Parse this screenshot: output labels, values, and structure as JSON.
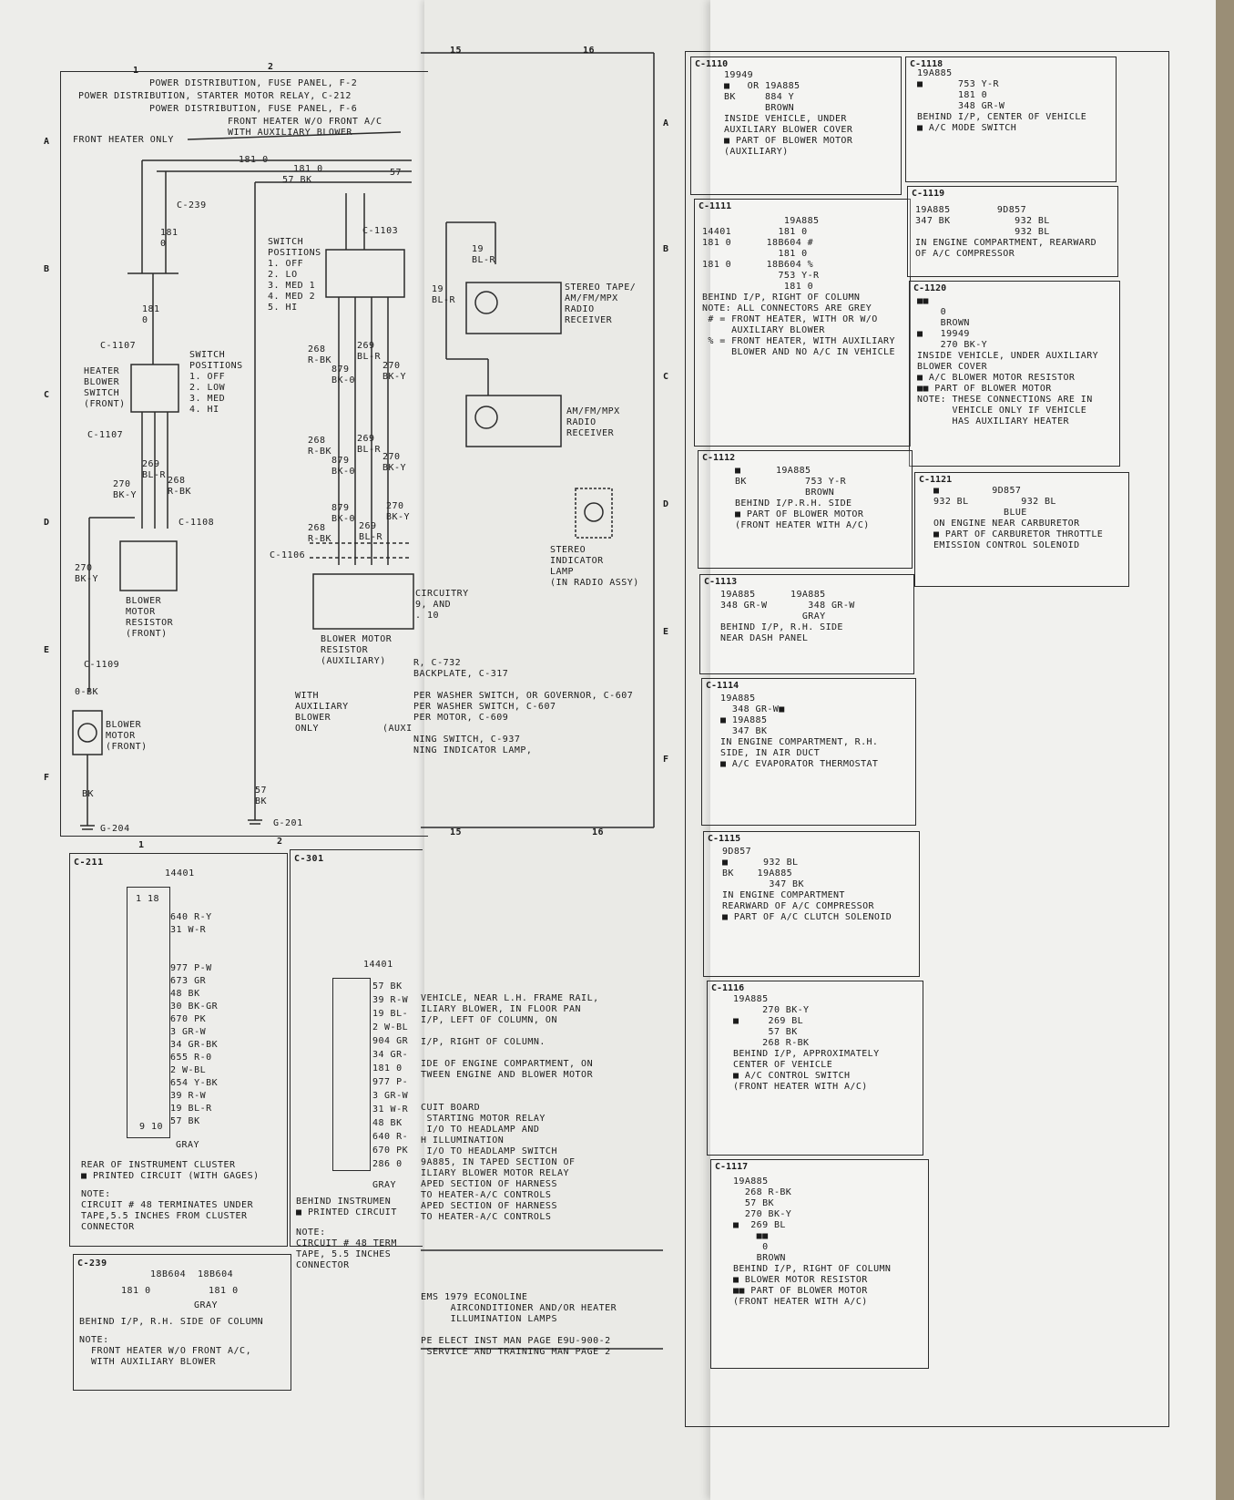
{
  "left": {
    "col_numbers": [
      "1",
      "2"
    ],
    "row_letters": [
      "A",
      "B",
      "C",
      "D",
      "E",
      "F"
    ],
    "top_refs": [
      "POWER DISTRIBUTION, FUSE PANEL, F-2",
      "POWER DISTRIBUTION, STARTER MOTOR RELAY, C-212",
      "POWER DISTRIBUTION, FUSE PANEL, F-6"
    ],
    "front_heater_label": "FRONT HEATER ONLY",
    "front_heater_wo_ac": "FRONT HEATER W/O FRONT A/C\nWITH AUXILIARY BLOWER",
    "w181": "181 0",
    "w57": "57 BK",
    "w57b": "57",
    "c239": "C-239",
    "c1103": "C-1103",
    "w181_vert": "181\n0",
    "switch_positions_front": "SWITCH\nPOSITIONS\n1. OFF\n2. LOW\n3. MED\n4. HI",
    "switch_positions_aux": "SWITCH\nPOSITIONS\n1. OFF\n2. LO\n3. MED 1\n4. MED 2\n5. HI",
    "c1107": "C-1107",
    "c1107b": "C-1107",
    "c1108": "C-1108",
    "c1106": "C-1106",
    "c1109": "C-1109",
    "heater_switch": "HEATER\nBLOWER\nSWITCH\n(FRONT)",
    "w269": "269\nBL-R",
    "w270": "270\nBK-Y",
    "w268": "268\nR-BK",
    "w879": "879\nBK-0",
    "resistor_front": "BLOWER\nMOTOR\nRESISTOR\n(FRONT)",
    "resistor_aux": "BLOWER MOTOR\nRESISTOR\n(AUXILIARY)",
    "motor_front": "BLOWER\nMOTOR\n(FRONT)",
    "w0bk": "0-BK",
    "wbk": "BK",
    "g204": "G-204",
    "g201": "G-201",
    "with_aux": "WITH\nAUXILIARY\nBLOWER\nONLY",
    "aux_trunc": "(AUXI",
    "w57bk_vert": "57\nBK",
    "bottom_cols": [
      "1",
      "2"
    ]
  },
  "mid": {
    "col_numbers": [
      "15",
      "16"
    ],
    "row_letters": [
      "A",
      "B",
      "C",
      "D",
      "E",
      "F"
    ],
    "stereo_tape": "STEREO TAPE/\nAM/FM/MPX\nRADIO\nRECEIVER",
    "amfm": "AM/FM/MPX\nRADIO\nRECEIVER",
    "indicator": "STEREO\nINDICATOR\nLAMP\n(IN RADIO ASSY)",
    "w19blr": "19\nBL-R",
    "circuitry": "CIRCUITRY\n9, AND\n. 10",
    "refs": "R, C-732\nBACKPLATE, C-317\n\nPER WASHER SWITCH, OR GOVERNOR, C-607\nPER WASHER SWITCH, C-607\nPER MOTOR, C-609\n\nNING SWITCH, C-937\nNING INDICATOR LAMP,",
    "lower_text": "VEHICLE, NEAR L.H. FRAME RAIL,\nILIARY BLOWER, IN FLOOR PAN\nI/P, LEFT OF COLUMN, ON\n\nI/P, RIGHT OF COLUMN.\n\nIDE OF ENGINE COMPARTMENT, ON\nTWEEN ENGINE AND BLOWER MOTOR\n\n\nCUIT BOARD\n STARTING MOTOR RELAY\n I/O TO HEADLAMP AND\nH ILLUMINATION\n I/O TO HEADLAMP SWITCH\n9A885, IN TAPED SECTION OF\nILIARY BLOWER MOTOR RELAY\nAPED SECTION OF HARNESS\nTO HEATER-A/C CONTROLS\nAPED SECTION OF HARNESS\nTO HEATER-A/C CONTROLS",
    "footer": "EMS 1979 ECONOLINE\n     AIRCONDITIONER AND/OR HEATER\n     ILLUMINATION LAMPS\n\nPE ELECT INST MAN PAGE E9U-900-2\n SERVICE AND TRAINING MAN PAGE 2"
  },
  "c211": {
    "id": "C-211",
    "part": "14401",
    "pins_top": "1 18",
    "pins_bot": "9 10",
    "wires": [
      "640 R-Y",
      "31 W-R",
      "977 P-W",
      "673 GR",
      "48 BK",
      "30 BK-GR",
      "670 PK",
      "3 GR-W",
      "34 GR-BK",
      "655 R-0",
      "2 W-BL",
      "654 Y-BK",
      "39 R-W",
      "19 BL-R",
      "57 BK"
    ],
    "gray": "GRAY",
    "caption": "REAR OF INSTRUMENT CLUSTER\n■ PRINTED CIRCUIT (WITH GAGES)",
    "note": "NOTE:\nCIRCUIT # 48 TERMINATES UNDER\nTAPE,5.5 INCHES FROM CLUSTER\nCONNECTOR"
  },
  "c301": {
    "id": "C-301",
    "part": "14401",
    "wires": [
      "57 BK",
      "39 R-W",
      "19 BL-",
      "2 W-BL",
      "904 GR",
      "34 GR-",
      "181 0",
      "977 P-",
      "3 GR-W",
      "31 W-R",
      "48 BK",
      "640 R-",
      "670 PK",
      "286 0"
    ],
    "gray": "GRAY",
    "caption": "BEHIND INSTRUMEN\n■ PRINTED CIRCUIT",
    "note": "NOTE:\nCIRCUIT # 48 TERM\nTAPE, 5.5 INCHES\nCONNECTOR"
  },
  "c239box": {
    "id": "C-239",
    "part_a": "18B604",
    "part_b": "18B604",
    "wa": "181 0",
    "wb": "181 0",
    "gray": "GRAY",
    "caption": "BEHIND I/P, R.H. SIDE OF COLUMN",
    "note": "NOTE:\n  FRONT HEATER W/O FRONT A/C,\n  WITH AUXILIARY BLOWER"
  },
  "right": {
    "c1110": {
      "id": "C-1110",
      "text": "19949\n■   OR 19A885\nBK     884 Y\n       BROWN\nINSIDE VEHICLE, UNDER\nAUXILIARY BLOWER COVER\n■ PART OF BLOWER MOTOR\n(AUXILIARY)"
    },
    "c1118": {
      "id": "C-1118",
      "text": "19A885\n■      753 Y-R\n       181 0\n       348 GR-W\nBEHIND I/P, CENTER OF VEHICLE\n■ A/C MODE SWITCH"
    },
    "c1111": {
      "id": "C-1111",
      "text": "              19A885\n14401        181 0\n181 0      18B604 #\n             181 0\n181 0      18B604 %\n             753 Y-R\n              181 0\nBEHIND I/P, RIGHT OF COLUMN\nNOTE: ALL CONNECTORS ARE GREY\n # = FRONT HEATER, WITH OR W/O\n     AUXILIARY BLOWER\n % = FRONT HEATER, WITH AUXILIARY\n     BLOWER AND NO A/C IN VEHICLE"
    },
    "c1119": {
      "id": "C-1119",
      "text": "19A885        9D857\n347 BK           932 BL\n                 932 BL\nIN ENGINE COMPARTMENT, REARWARD\nOF A/C COMPRESSOR"
    },
    "c1120": {
      "id": "C-1120",
      "text": "■■\n    0\n    BROWN\n■   19949\n    270 BK-Y\nINSIDE VEHICLE, UNDER AUXILIARY\nBLOWER COVER\n■ A/C BLOWER MOTOR RESISTOR\n■■ PART OF BLOWER MOTOR\nNOTE: THESE CONNECTIONS ARE IN\n      VEHICLE ONLY IF VEHICLE\n      HAS AUXILIARY HEATER"
    },
    "c1112": {
      "id": "C-1112",
      "text": "■      19A885\nBK          753 Y-R\n            BROWN\nBEHIND I/P.R.H. SIDE\n■ PART OF BLOWER MOTOR\n(FRONT HEATER WITH A/C)"
    },
    "c1121": {
      "id": "C-1121",
      "text": "■         9D857\n932 BL         932 BL\n            BLUE\nON ENGINE NEAR CARBURETOR\n■ PART OF CARBURETOR THROTTLE\nEMISSION CONTROL SOLENOID"
    },
    "c1113": {
      "id": "C-1113",
      "text": "19A885      19A885\n348 GR-W       348 GR-W\n              GRAY\nBEHIND I/P, R.H. SIDE\nNEAR DASH PANEL"
    },
    "c1114": {
      "id": "C-1114",
      "text": "19A885\n  348 GR-W■\n■ 19A885\n  347 BK\nIN ENGINE COMPARTMENT, R.H.\nSIDE, IN AIR DUCT\n■ A/C EVAPORATOR THERMOSTAT"
    },
    "c1115": {
      "id": "C-1115",
      "text": "9D857\n■      932 BL\nBK    19A885\n        347 BK\nIN ENGINE COMPARTMENT\nREARWARD OF A/C COMPRESSOR\n■ PART OF A/C CLUTCH SOLENOID"
    },
    "c1116": {
      "id": "C-1116",
      "text": "19A885\n     270 BK-Y\n■     269 BL\n      57 BK\n     268 R-BK\nBEHIND I/P, APPROXIMATELY\nCENTER OF VEHICLE\n■ A/C CONTROL SWITCH\n(FRONT HEATER WITH A/C)"
    },
    "c1117": {
      "id": "C-1117",
      "text": "19A885\n  268 R-BK\n  57 BK\n  270 BK-Y\n■  269 BL\n    ■■\n     0\n    BROWN\nBEHIND I/P, RIGHT OF COLUMN\n■ BLOWER MOTOR RESISTOR\n■■ PART OF BLOWER MOTOR\n(FRONT HEATER WITH A/C)"
    }
  }
}
